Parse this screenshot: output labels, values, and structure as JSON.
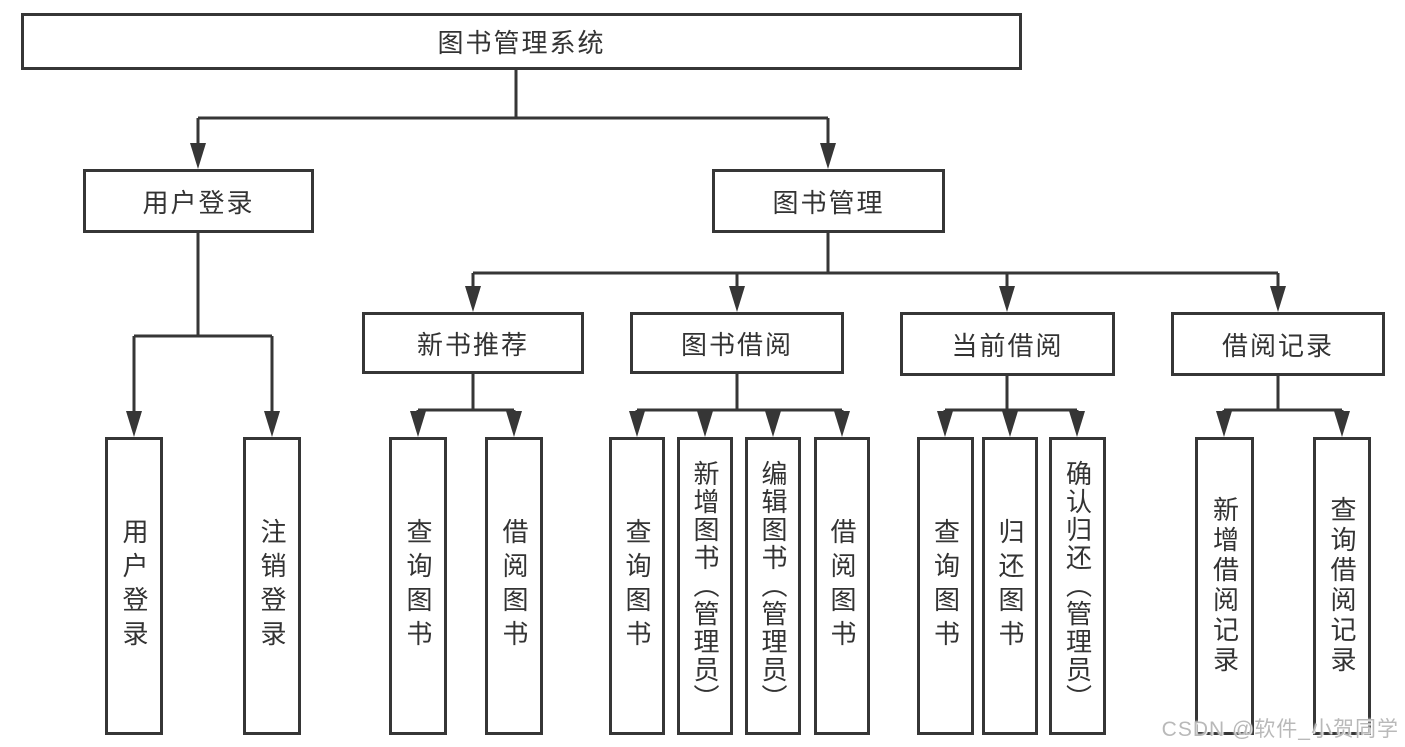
{
  "colors": {
    "background": "#ffffff",
    "line": "#363636",
    "box_border": "#363636",
    "text": "#333333",
    "watermark": "#b9b9b9"
  },
  "diagram": {
    "root": {
      "label": "图书管理系统"
    },
    "level2": [
      {
        "label": "用户登录"
      },
      {
        "label": "图书管理"
      }
    ],
    "level3": [
      {
        "label": "新书推荐"
      },
      {
        "label": "图书借阅"
      },
      {
        "label": "当前借阅"
      },
      {
        "label": "借阅记录"
      }
    ],
    "leaves": [
      {
        "label": "用户登录"
      },
      {
        "label": "注销登录"
      },
      {
        "label": "查询图书"
      },
      {
        "label": "借阅图书"
      },
      {
        "label": "查询图书"
      },
      {
        "label": "新增图书（管理员）"
      },
      {
        "label": "编辑图书（管理员）"
      },
      {
        "label": "借阅图书"
      },
      {
        "label": "查询图书"
      },
      {
        "label": "归还图书"
      },
      {
        "label": "确认归还（管理员）"
      },
      {
        "label": "新增借阅记录"
      },
      {
        "label": "查询借阅记录"
      }
    ]
  },
  "watermark": {
    "text": "CSDN @软件_小贺同学"
  }
}
